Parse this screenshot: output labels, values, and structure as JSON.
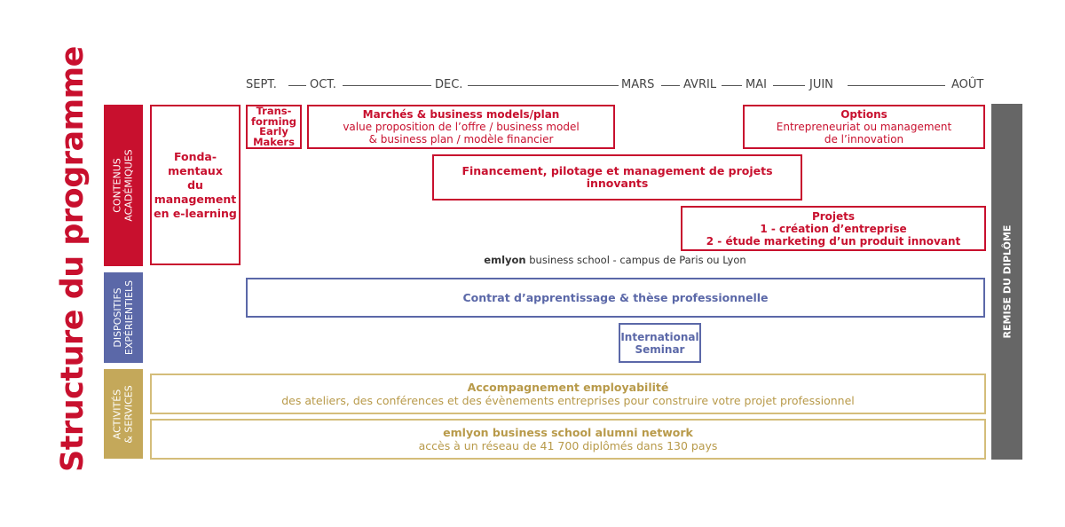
{
  "title": "Structure du programme",
  "colors": {
    "academic": "#c8102e",
    "experiential": "#5b68a8",
    "services": "#c4a85a",
    "diploma": "#666666"
  },
  "timeline": [
    "SEPT.",
    "OCT.",
    "DEC.",
    "MARS",
    "AVRIL",
    "MAI",
    "JUIN",
    "AOÛT"
  ],
  "categories": {
    "academic": [
      "CONTENUS",
      "ACADÉMIQUES"
    ],
    "experiential": [
      "DISPOSITIFS",
      "EXPÉRIENTIELS"
    ],
    "services": [
      "ACTIVITÉS",
      "& SERVICES"
    ]
  },
  "blocks": {
    "fondamentaux": [
      "Fonda-",
      "mentaux",
      "du",
      "management",
      "en e-learning"
    ],
    "transforming": [
      "Trans-",
      "forming",
      "Early",
      "Makers"
    ],
    "marches": {
      "title": "Marchés & business models/plan",
      "lines": [
        "value proposition de l’offre / business model",
        "& business plan / modèle financier"
      ]
    },
    "options": {
      "title": "Options",
      "lines": [
        "Entrepreneuriat ou management",
        "de l’innovation"
      ]
    },
    "financement": "Financement, pilotage et management de projets innovants",
    "projets": {
      "title": "Projets",
      "lines": [
        "1 - création d’entreprise",
        "2 - étude marketing d’un produit innovant"
      ]
    },
    "campus": {
      "brand": "emlyon",
      "rest": " business school - campus de Paris ou Lyon"
    },
    "contrat": "Contrat d’apprentissage & thèse professionnelle",
    "international": [
      "International",
      "Seminar"
    ],
    "accompagnement": {
      "title": "Accompagnement employabilité",
      "text": "des ateliers, des conférences et des évènements entreprises pour construire votre projet professionnel"
    },
    "alumni": {
      "title": "emlyon business school alumni network",
      "text": "accès à un réseau de 41 700 diplômés dans 130 pays"
    }
  },
  "diploma": "REMISE DU DIPLÔME"
}
